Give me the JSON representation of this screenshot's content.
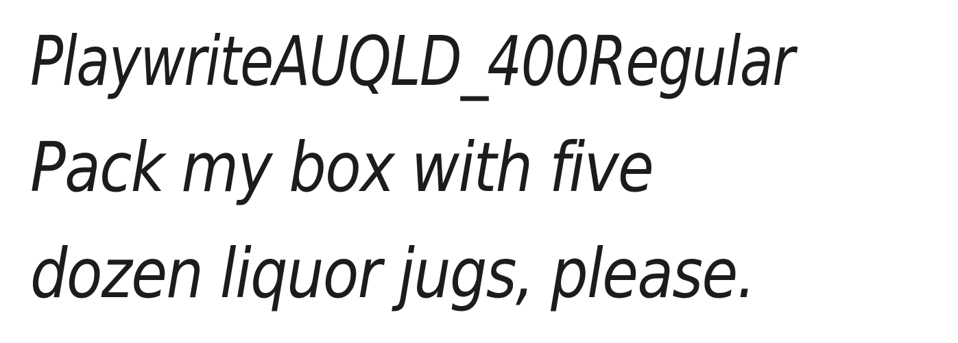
{
  "font_sample": {
    "font_name_line": "PlaywriteAUQLD_400Regular",
    "pangram_line_1": "Pack my box with five",
    "pangram_line_2": "dozen liquor jugs, please."
  },
  "colors": {
    "text": "#1c1c1f",
    "background": "#ffffff"
  }
}
